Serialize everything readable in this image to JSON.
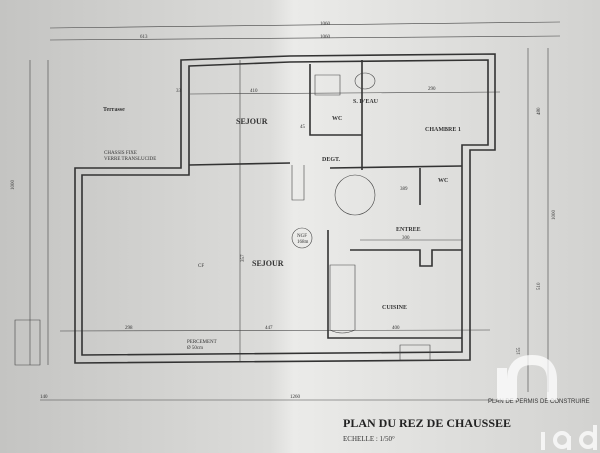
{
  "plan": {
    "title": "PLAN DU REZ DE CHAUSSEE",
    "scale": "ECHELLE : 1/50°",
    "permit_label": "PLAN DE PERMIS DE CONSTRUIRE",
    "rooms": {
      "terrasse": "Terrasse",
      "sejour_top": "SEJOUR",
      "sejour_main": "SEJOUR",
      "salle_eau": "S. D'EAU",
      "wc_top": "WC",
      "wc_right": "WC",
      "chambre": "CHAMBRE 1",
      "degt": "DEGT.",
      "entree": "ENTREE",
      "cuisine": "CUISINE"
    },
    "notes": {
      "chassis": "CHASSIS FIXE",
      "verre": "VERRE TRANSLUCIDE",
      "percement": "PERCEMENT",
      "percement_dia": "Ø 50cm",
      "ngf": "NGF",
      "ngf_value": "168m",
      "cf": "CF"
    },
    "dimensions": {
      "top_total": "1060",
      "top_inner": "1060",
      "top_left": "613",
      "left_total": "1000",
      "d410": "410",
      "d290": "290",
      "d33": "33",
      "d45": "45",
      "d300": "300",
      "d298": "298",
      "d447": "447",
      "d400": "400",
      "d1260": "1260",
      "d140": "140",
      "d1000r": "1000",
      "d510": "510",
      "d480": "480",
      "d155": "155",
      "d389": "389",
      "d357": "357"
    },
    "watermark": "iad"
  }
}
